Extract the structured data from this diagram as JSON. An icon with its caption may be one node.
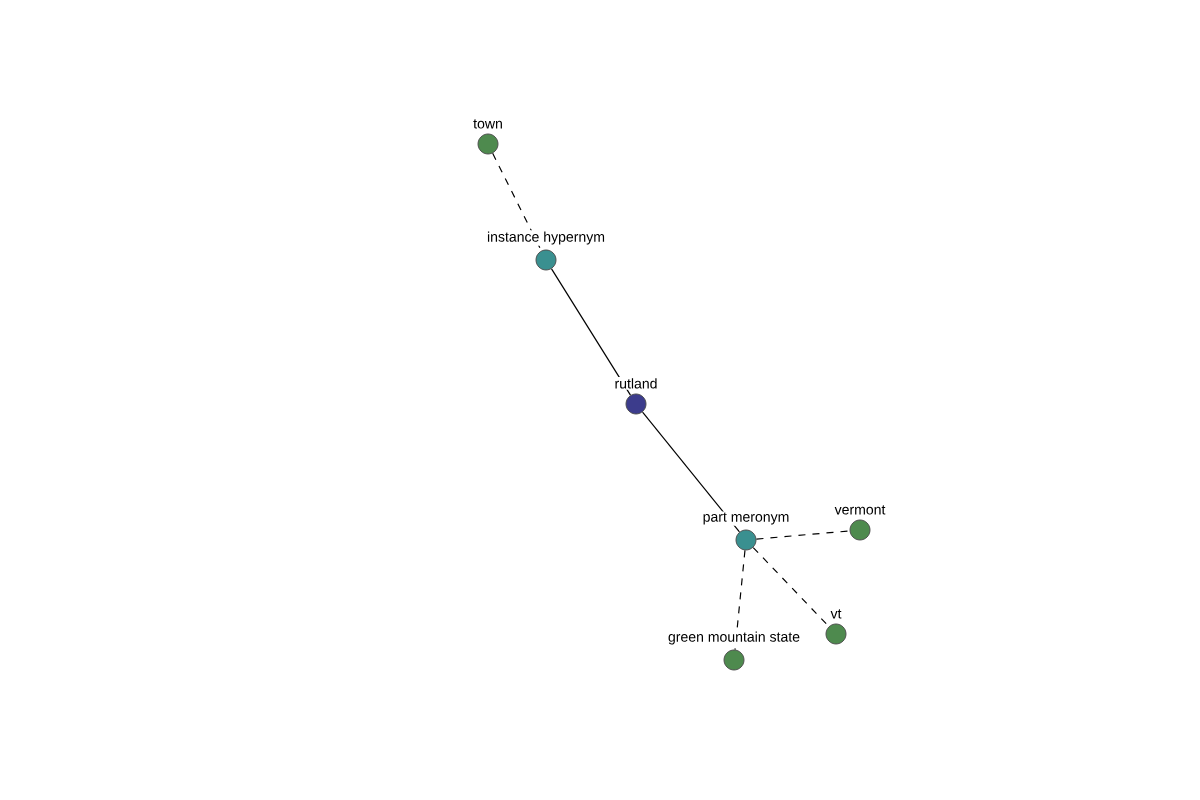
{
  "diagram": {
    "nodes": [
      {
        "text": [
          "town"
        ]
      },
      {
        "text": [
          "instance hypernym"
        ]
      },
      {
        "text": [
          "rutland"
        ]
      },
      {
        "text": [
          "part meronym"
        ]
      },
      {
        "text": [
          "vermont"
        ]
      },
      {
        "text": [
          "vt"
        ]
      },
      {
        "text": [
          "green mountain state"
        ]
      }
    ],
    "edges": [
      {
        "from": 0,
        "to": 1,
        "arrow": "none",
        "style": "dashed"
      },
      {
        "from": 1,
        "to": 2,
        "arrow": "none"
      },
      {
        "from": 2,
        "to": 3,
        "arrow": "none"
      },
      {
        "from": 3,
        "to": 4,
        "arrow": "none",
        "style": "dashed"
      },
      {
        "from": 3,
        "to": 5,
        "arrow": "none",
        "style": "dashed"
      },
      {
        "from": 3,
        "to": 6,
        "arrow": "none",
        "style": "dashed"
      }
    ]
  }
}
